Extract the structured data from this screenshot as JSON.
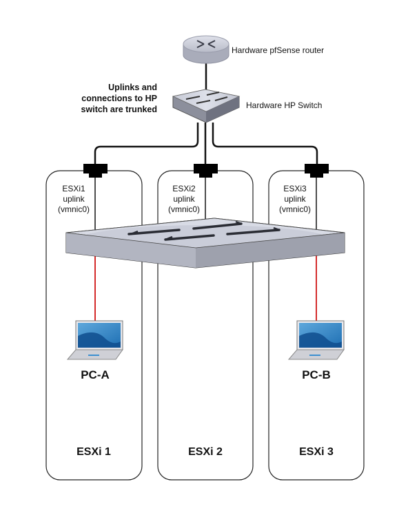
{
  "router": {
    "label": "Hardware pfSense router"
  },
  "hp_switch": {
    "label": "Hardware HP Switch"
  },
  "note": {
    "lines": [
      "Uplinks and",
      "connections to HP",
      "switch are trunked"
    ]
  },
  "hosts": [
    {
      "name": "ESXi 1",
      "uplink": [
        "ESXi1",
        "uplink",
        "(vmnic0)"
      ],
      "pc": "PC-A"
    },
    {
      "name": "ESXi 2",
      "uplink": [
        "ESXi2",
        "uplink",
        "(vmnic0)"
      ],
      "pc": ""
    },
    {
      "name": "ESXi 3",
      "uplink": [
        "ESXi3",
        "uplink",
        "(vmnic0)"
      ],
      "pc": "PC-B"
    }
  ],
  "colors": {
    "pc_link": "#d42a2a",
    "link": "#111111",
    "device": "#c9ccd8"
  }
}
